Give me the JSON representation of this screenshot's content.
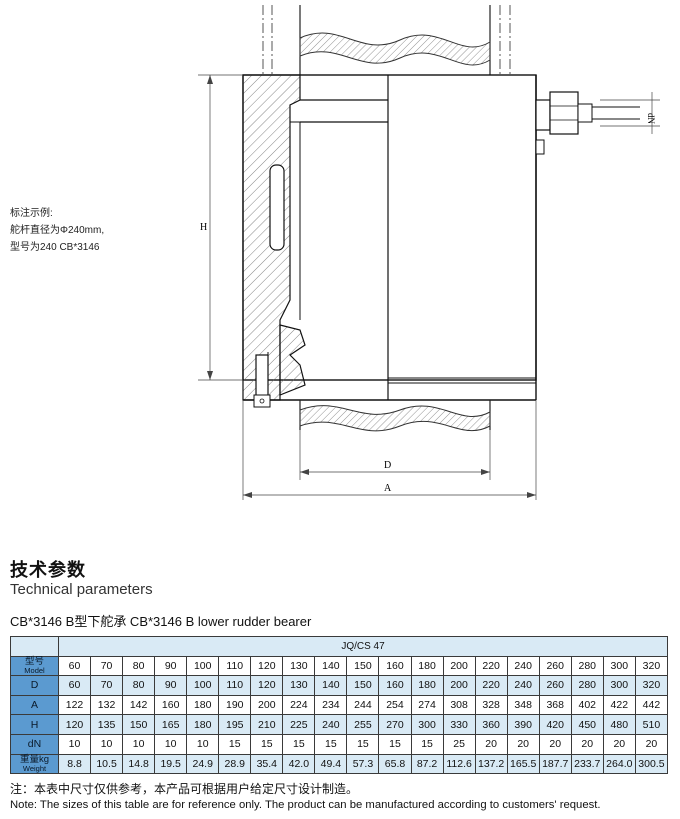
{
  "example": {
    "line1": "标注示例:",
    "line2": "舵杆直径为Φ240mm,",
    "line3": "型号为240 CB*3146"
  },
  "drawing": {
    "label_H": "H",
    "label_D": "D",
    "label_A": "A",
    "label_dN": "dN"
  },
  "section": {
    "title_cn": "技术参数",
    "title_en": "Technical parameters"
  },
  "table": {
    "title": "CB*3146 B型下舵承  CB*3146 B lower rudder bearer",
    "header": "JQ/CS  47",
    "rows": [
      {
        "label_cn": "型号",
        "label_en": "Model",
        "label": "",
        "values": [
          "60",
          "70",
          "80",
          "90",
          "100",
          "110",
          "120",
          "130",
          "140",
          "150",
          "160",
          "180",
          "200",
          "220",
          "240",
          "260",
          "280",
          "300",
          "320"
        ]
      },
      {
        "label": "D",
        "values": [
          "60",
          "70",
          "80",
          "90",
          "100",
          "110",
          "120",
          "130",
          "140",
          "150",
          "160",
          "180",
          "200",
          "220",
          "240",
          "260",
          "280",
          "300",
          "320"
        ]
      },
      {
        "label": "A",
        "values": [
          "122",
          "132",
          "142",
          "160",
          "180",
          "190",
          "200",
          "224",
          "234",
          "244",
          "254",
          "274",
          "308",
          "328",
          "348",
          "368",
          "402",
          "422",
          "442"
        ]
      },
      {
        "label": "H",
        "values": [
          "120",
          "135",
          "150",
          "165",
          "180",
          "195",
          "210",
          "225",
          "240",
          "255",
          "270",
          "300",
          "330",
          "360",
          "390",
          "420",
          "450",
          "480",
          "510"
        ]
      },
      {
        "label": "dN",
        "values": [
          "10",
          "10",
          "10",
          "10",
          "10",
          "15",
          "15",
          "15",
          "15",
          "15",
          "15",
          "15",
          "25",
          "20",
          "20",
          "20",
          "20",
          "20",
          "20"
        ]
      },
      {
        "label_cn": "重量kg",
        "label_en": "Weight",
        "label": "",
        "values": [
          "8.8",
          "10.5",
          "14.8",
          "19.5",
          "24.9",
          "28.9",
          "35.4",
          "42.0",
          "49.4",
          "57.3",
          "65.8",
          "87.2",
          "112.6",
          "137.2",
          "165.5",
          "187.7",
          "233.7",
          "264.0",
          "300.5"
        ]
      }
    ]
  },
  "notes": {
    "cn": "注：本表中尺寸仅供参考，本产品可根据用户给定尺寸设计制造。",
    "en": "Note: The sizes of this table are for reference only. The product can be manufactured according to customers' request."
  },
  "colors": {
    "label_blue": "#5b9ad0",
    "light_blue": "#d9eaf5"
  }
}
